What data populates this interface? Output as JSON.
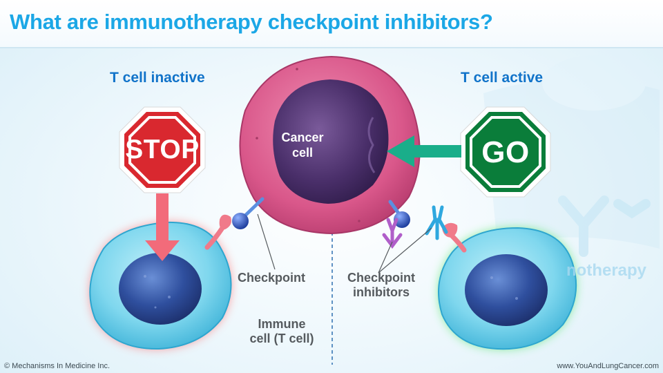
{
  "title": "What are immunotherapy checkpoint inhibitors?",
  "labels": {
    "t_cell_inactive": "T cell inactive",
    "t_cell_active": "T cell active",
    "stop": "STOP",
    "go": "GO",
    "cancer_cell": "Cancer\ncell",
    "checkpoint": "Checkpoint",
    "checkpoint_inhibitors": "Checkpoint\ninhibitors",
    "immune_cell": "Immune\ncell (T cell)",
    "watermark": "notherapy"
  },
  "footer": {
    "left": "© Mechanisms In Medicine Inc.",
    "right": "www.YouAndLungCancer.com"
  },
  "colors": {
    "title": "#1ba7e6",
    "heading": "#1173c9",
    "stop_sign": "#d9282f",
    "go_sign": "#0a7d3a",
    "arrow_left": "#f26b7a",
    "arrow_right": "#1aae8a",
    "glow_inactive": "#ff3b3b",
    "glow_active": "#33e04a"
  }
}
